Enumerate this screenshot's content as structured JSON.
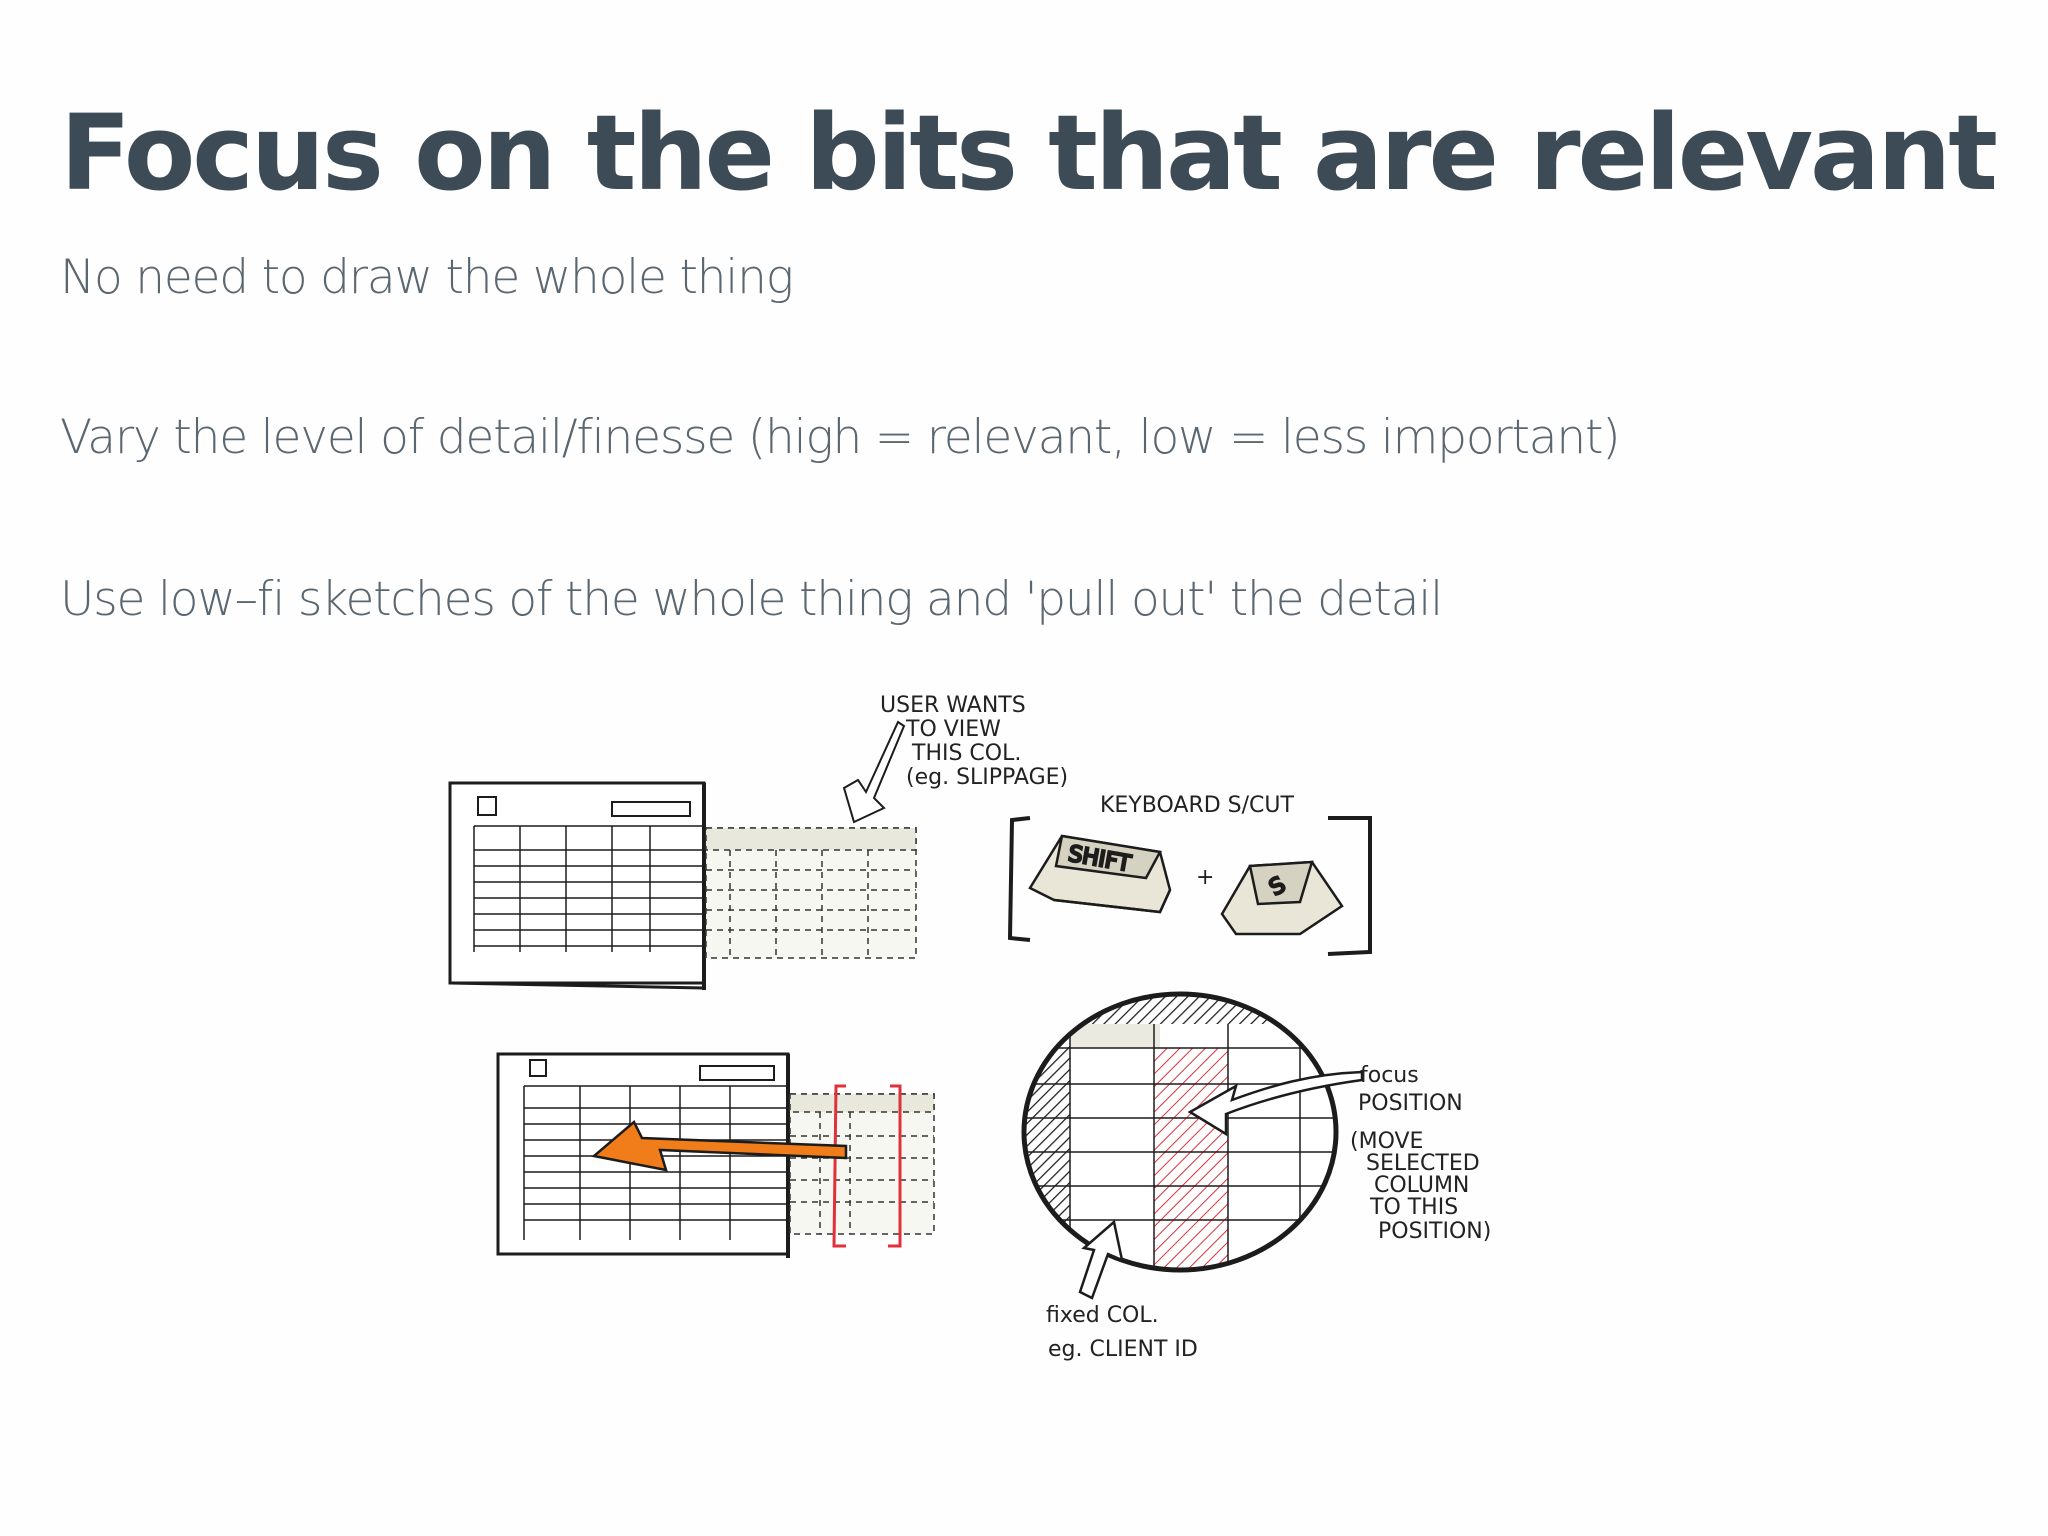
{
  "slide": {
    "title": "Focus on the bits that are relevant",
    "bullets": [
      "No need to draw the whole thing",
      "Vary the level of detail/finesse (high = relevant, low = less important)",
      "Use low–fi sketches of the whole thing and 'pull out' the detail"
    ]
  },
  "sketch": {
    "note_user_wants": [
      "USER WANTS",
      "TO VIEW",
      "THIS COL.",
      "(eg. SLIPPAGE)"
    ],
    "keyboard_label": "KEYBOARD S/CUT",
    "shift_key": "SHIFT",
    "plus": "+",
    "s_key": "S",
    "focus_note": [
      "focus",
      "POSITION",
      "(MOVE",
      "SELECTED",
      "COLUMN",
      "TO THIS",
      "POSITION)"
    ],
    "fixed_note": [
      "fixed COL.",
      "eg. CLIENT ID"
    ],
    "colors": {
      "arrow_orange": "#f07d1a",
      "highlight_red": "#e0303a",
      "ink": "#1c1c1c"
    }
  }
}
